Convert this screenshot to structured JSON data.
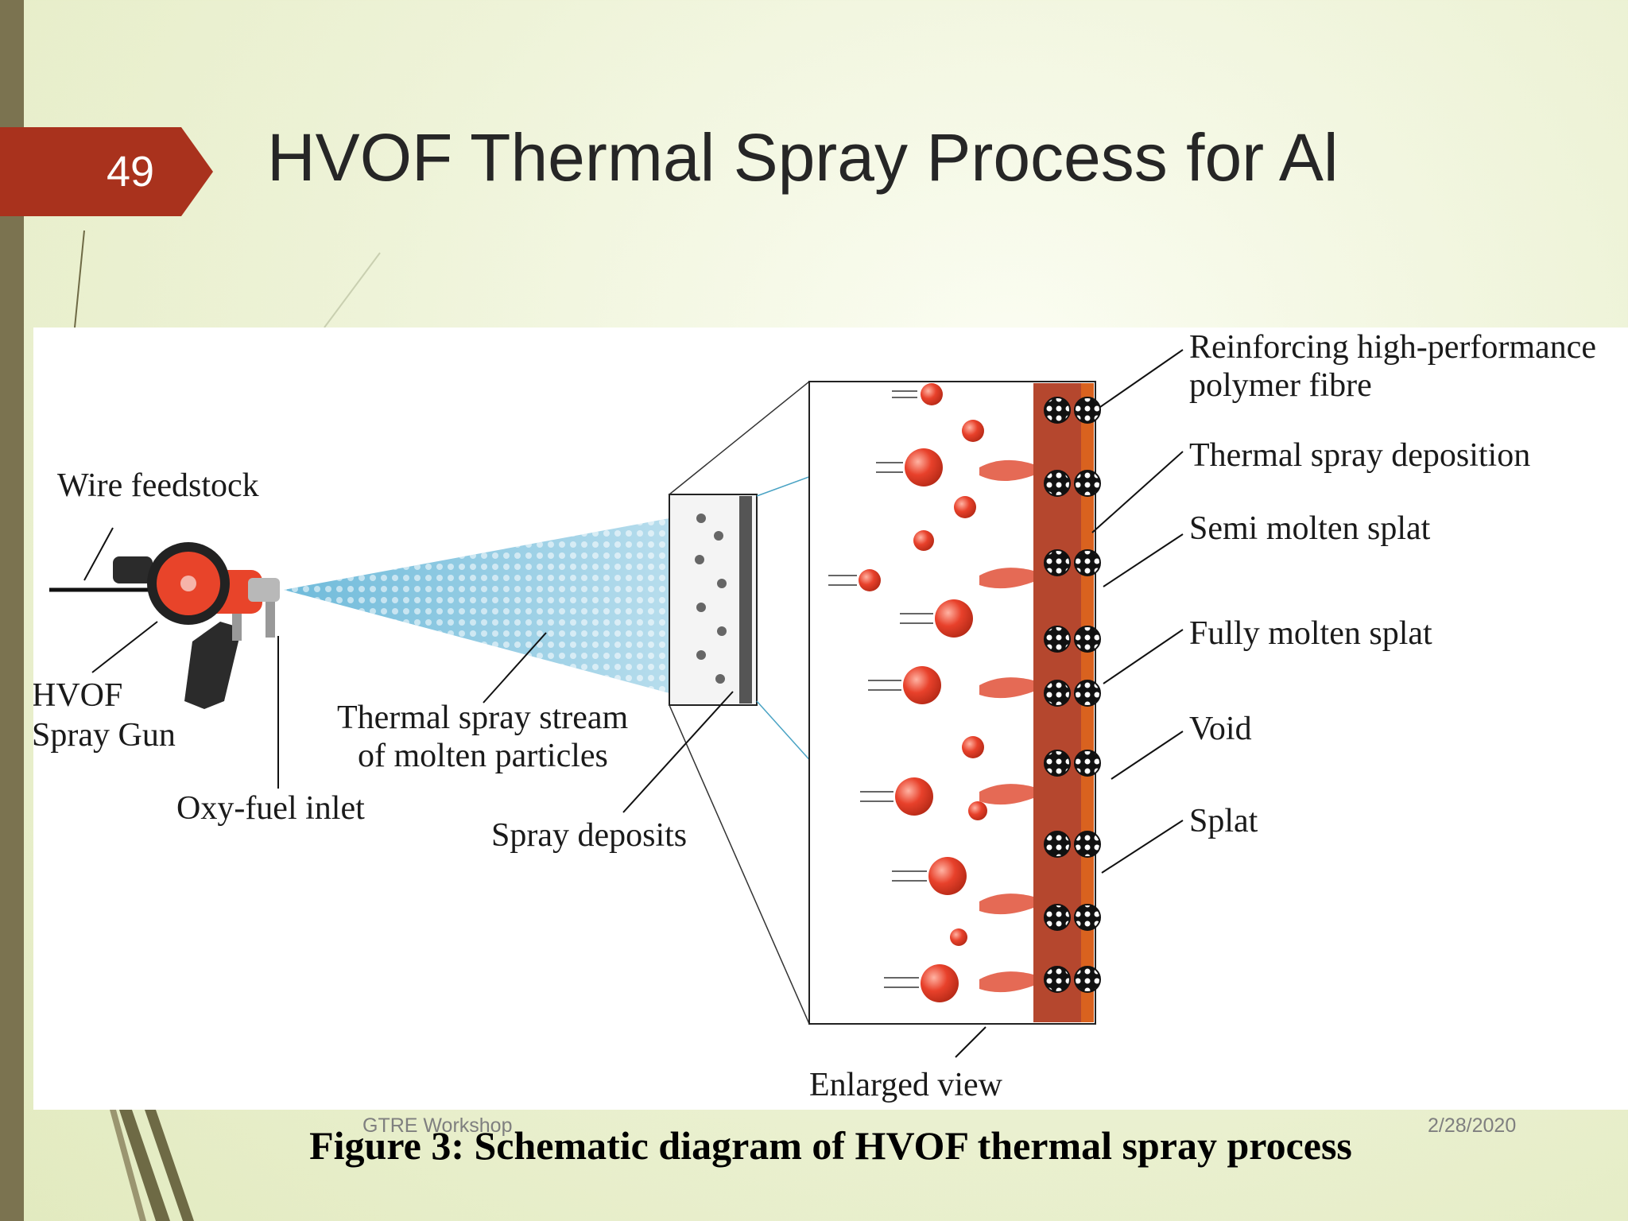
{
  "slide": {
    "number": "49",
    "title": "HVOF Thermal Spray Process for Al"
  },
  "diagram": {
    "labels": {
      "wire_feedstock": "Wire feedstock",
      "gun_line1": "HVOF",
      "gun_line2": "Spray Gun",
      "oxy_fuel_inlet": "Oxy-fuel inlet",
      "stream_line1": "Thermal spray stream",
      "stream_line2": "of molten particles",
      "spray_deposits": "Spray deposits",
      "enlarged_view": "Enlarged view",
      "fibre_line1": "Reinforcing high-performance",
      "fibre_line2": "polymer fibre",
      "thermal_deposition": "Thermal spray deposition",
      "semi_molten": "Semi molten splat",
      "fully_molten": "Fully molten splat",
      "void": "Void",
      "splat": "Splat"
    },
    "colors": {
      "particle": "#e8412b",
      "deposit": "#b5472e",
      "spray": "#5fb3d6",
      "gun_body": "#e8442a"
    }
  },
  "caption": "Figure 3:  Schematic diagram of HVOF thermal spray process",
  "footer": {
    "left": "GTRE Workshop",
    "right": "2/28/2020"
  }
}
